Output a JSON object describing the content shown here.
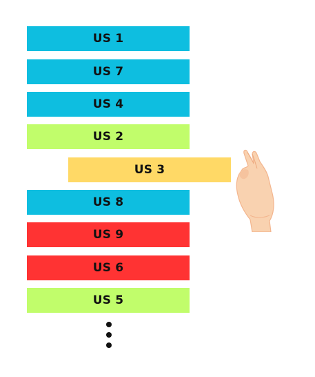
{
  "backlog": {
    "items": [
      {
        "label": "US 1",
        "color": "#0EBEE0"
      },
      {
        "label": "US 7",
        "color": "#0EBEE0"
      },
      {
        "label": "US 4",
        "color": "#0EBEE0"
      },
      {
        "label": "US 2",
        "color": "#C1FD6B"
      },
      {
        "label": "US 3",
        "color": "#FFD966"
      },
      {
        "label": "US 8",
        "color": "#0EBEE0"
      },
      {
        "label": "US 9",
        "color": "#FF3333"
      },
      {
        "label": "US 6",
        "color": "#FF3333"
      },
      {
        "label": "US 5",
        "color": "#C1FD6B"
      }
    ],
    "more_indicator": "vertical-ellipsis-icon",
    "drag_pointer": "hand-grab-icon"
  }
}
